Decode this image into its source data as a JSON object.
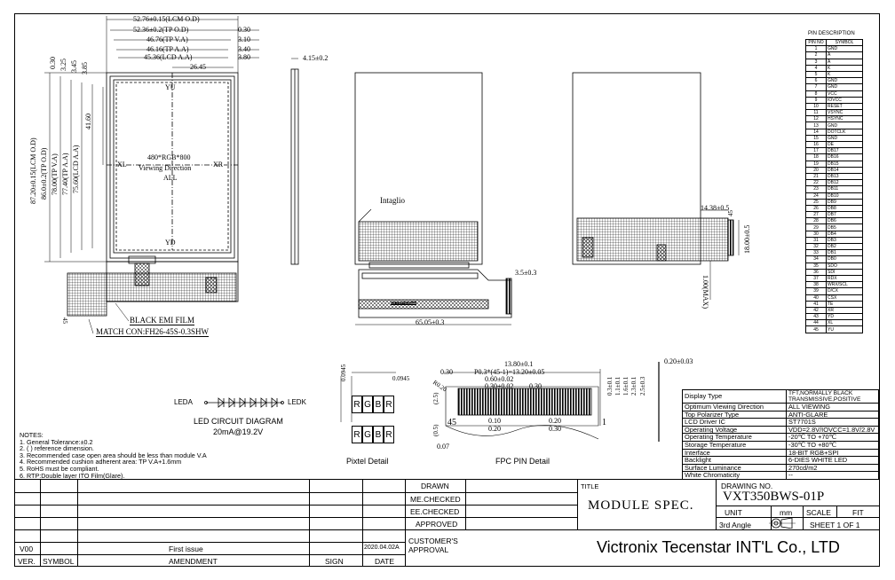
{
  "front_view": {
    "dims_top": [
      "52.76±0.15(LCM O.D)",
      "52.36±0.2(TP O.D)",
      "46.76(TP V.A)",
      "46.16(TP A.A)",
      "45.36(LCD A.A)",
      "26.45"
    ],
    "dims_right": [
      "0.30",
      "3.10",
      "3.40",
      "3.80"
    ],
    "dims_left": [
      "87.20±0.15(LCM O.D)",
      "86.0±0.2(TP O.D)",
      "78.00(TP V.A)",
      "77.40(TP A.A)",
      "75.60(LCD A.A)"
    ],
    "dims_left_offsets": [
      "0.30",
      "3.25",
      "3.45",
      "3.85"
    ],
    "dim_center_vertical": "41.60",
    "label_yu": "YU",
    "label_yd": "YD",
    "label_xl": "XL",
    "label_xr": "XR",
    "center_text": [
      "480*RGB*800",
      "Viewing Direction",
      "ALL"
    ],
    "fpc_pin_count": "45",
    "callout_film": "BLACK EMI FILM",
    "callout_connector": "MATCH CON:FH26-45S-0.3SHW"
  },
  "side_view": {
    "thickness": "4.15±0.2"
  },
  "back_view": {
    "intaglio": "Intaglio",
    "dim_tail": "3.5±0.3",
    "dim_length": "65.05±0.3",
    "fpc_text": "0.8 TYP=0.05mm"
  },
  "right_view": {
    "dim_width": "14.38±0.5",
    "dim_height": "18.00±0.5",
    "dim_max": "1.00(MAX)",
    "pin_label": "45"
  },
  "pin_description": {
    "title": "PIN DESCRIPTION",
    "headers": [
      "PIN NO",
      "SYMBOL"
    ],
    "rows": [
      [
        "1",
        "GND"
      ],
      [
        "2",
        "A"
      ],
      [
        "3",
        "A"
      ],
      [
        "4",
        "K"
      ],
      [
        "5",
        "K"
      ],
      [
        "6",
        "GND"
      ],
      [
        "7",
        "GND"
      ],
      [
        "8",
        "VCC"
      ],
      [
        "9",
        "IOVCC"
      ],
      [
        "10",
        "RESET"
      ],
      [
        "11",
        "VSYNC"
      ],
      [
        "12",
        "HSYNC"
      ],
      [
        "13",
        "GND"
      ],
      [
        "14",
        "DOTCLK"
      ],
      [
        "15",
        "GND"
      ],
      [
        "16",
        "DE"
      ],
      [
        "17",
        "DB17"
      ],
      [
        "18",
        "DB16"
      ],
      [
        "19",
        "DB15"
      ],
      [
        "20",
        "DB14"
      ],
      [
        "21",
        "DB13"
      ],
      [
        "22",
        "DB12"
      ],
      [
        "23",
        "DB11"
      ],
      [
        "24",
        "DB10"
      ],
      [
        "25",
        "DB9"
      ],
      [
        "26",
        "DB8"
      ],
      [
        "27",
        "DB7"
      ],
      [
        "28",
        "DB6"
      ],
      [
        "29",
        "DB5"
      ],
      [
        "30",
        "DB4"
      ],
      [
        "31",
        "DB3"
      ],
      [
        "32",
        "DB2"
      ],
      [
        "33",
        "DB1"
      ],
      [
        "34",
        "DB0"
      ],
      [
        "35",
        "SDO"
      ],
      [
        "36",
        "SDI"
      ],
      [
        "37",
        "RDX"
      ],
      [
        "38",
        "WRX/SCL"
      ],
      [
        "39",
        "D/CX"
      ],
      [
        "40",
        "CSX"
      ],
      [
        "41",
        "TE"
      ],
      [
        "42",
        "XR"
      ],
      [
        "43",
        "YD"
      ],
      [
        "44",
        "XL"
      ],
      [
        "45",
        "YU"
      ]
    ]
  },
  "led": {
    "leda": "LEDA",
    "ledk": "LEDK",
    "title": "LED CIRCUIT DIAGRAM",
    "rating": "20mA@19.2V"
  },
  "pixel_detail": {
    "dim_v": "0.0945",
    "dim_h": "0.0945",
    "letters": [
      "R",
      "G",
      "B",
      "R"
    ],
    "title": "Pixtel Detail"
  },
  "fpc_detail": {
    "dims": [
      "13.80±0.1",
      "P0.3*(45-1)=13.20±0.05",
      "0.60±0.02",
      "0.30±0.02",
      "0.30",
      "0.30",
      "R0.20",
      "(2.5)",
      "(0.5)",
      "0.07",
      "0.10",
      "0.20",
      "0.20",
      "0.30",
      "2.5±0.3",
      "2.3±0.1",
      "1.6±0.1",
      "1.1±0.1",
      "0.3±0.1",
      "0.20±0.03"
    ],
    "pin_first": "45",
    "pin_last": "1",
    "title": "FPC PIN Detail"
  },
  "notes": {
    "title": "NOTES:",
    "items": [
      "1. General Tolerance:±0.2",
      "2. ( ) reference dimension.",
      "3. Recommended case open area should be less than module V.A",
      "4. Recommended cushion adherent area: TP V.A+1.6mm",
      "5. RoHS must be compliant.",
      "6. RTP:Double layer ITO Film(Glare)."
    ]
  },
  "specs": [
    [
      "Display Type",
      "TFT,NORMALLY BLACK TRANSMISSIVE,POSITIVE"
    ],
    [
      "Optimum Viewing Direction",
      "ALL VIEWING"
    ],
    [
      "Top Polarizer Type",
      "ANTI-GLARE"
    ],
    [
      "LCD Driver IC",
      "ST7701S"
    ],
    [
      "Operating Voltage",
      "VDD=2.8V/IOVCC=1.8V/2.8V"
    ],
    [
      "Operating Temperature",
      "-20℃ TO +70℃"
    ],
    [
      "Storage Temperature",
      "-30℃ TO +80℃"
    ],
    [
      "Interface",
      "18-BIT RGB+SPI"
    ],
    [
      "Backlight",
      "6-DIES WHITE LED"
    ],
    [
      "Surface Luminance",
      "270cd/m2"
    ],
    [
      "White Chromaticity",
      "--"
    ]
  ],
  "title_block": {
    "rows_left": [
      "DRAWN",
      "ME.CHECKED",
      "EE.CHECKED",
      "APPROVED"
    ],
    "title_label": "TITLE",
    "module_spec": "MODULE SPEC.",
    "drawing_no_label": "DRAWING NO.",
    "drawing_no": "VXT350BWS-01P",
    "unit_label": "UNIT",
    "unit_value": "mm",
    "scale_label": "SCALE",
    "scale_value": "FIT",
    "angle_label": "3rd Angle",
    "sheet": "SHEET 1 OF 1",
    "customer_approval": "CUSTOMER'S APPROVAL",
    "company": "Victronix Tecenstar INT'L Co., LTD",
    "revision": {
      "ver": "V00",
      "amendment": "First issue",
      "date": "2020.04.02A"
    },
    "col_headers": [
      "VER.",
      "SYMBOL",
      "AMENDMENT",
      "SIGN",
      "DATE"
    ]
  }
}
